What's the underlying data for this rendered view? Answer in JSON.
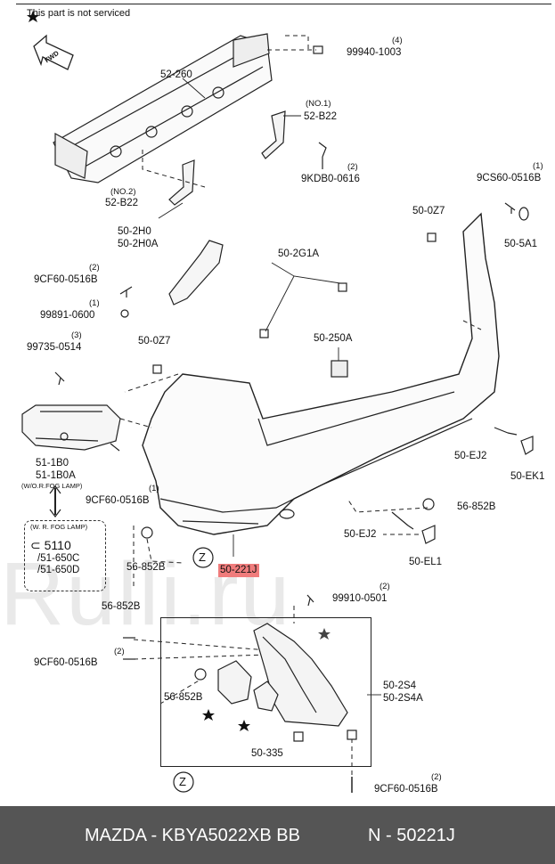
{
  "note": "This part is not serviced",
  "direction": "FWD",
  "watermark": "Rulli.ru",
  "labels": {
    "l52_260": "52-260",
    "l4": "(4)",
    "l99940": "99940-1003",
    "lno1": "(NO.1)",
    "l52b22a": "52-B22",
    "l2a": "(2)",
    "l9kdb": "9KDB0-0616",
    "lno2": "(NO.2)",
    "l52b22b": "52-B22",
    "l1a": "(1)",
    "l9cs60": "9CS60-0516B",
    "l500z7a": "50-0Z7",
    "l505a1": "50-5A1",
    "l502h0": "50-2H0",
    "l502h0a": "50-2H0A",
    "l2b": "(2)",
    "l9cf60a": "9CF60-0516B",
    "l1b": "(1)",
    "l99891": "99891-0600",
    "l502g1a": "50-2G1A",
    "l3": "(3)",
    "l99735": "99735-0514",
    "l500z7b": "50-0Z7",
    "l50250a": "50-250A",
    "l511b0": "51-1B0",
    "l511b0a": "51-1B0A",
    "lwofog": "(W/O.R.FOG LAMP)",
    "l1c": "(1)",
    "l9cf60b": "9CF60-0516B",
    "l50ej2a": "50-EJ2",
    "l50ek1": "50-EK1",
    "l56852ba": "56-852B",
    "lwfog": "(W. R. FOG LAMP)",
    "l5110": "5110",
    "l51650c": "/51-650C",
    "l51650d": "/51-650D",
    "l56852bb": "56-852B",
    "lz1": "Z",
    "l50221j": "50-221J",
    "l50ej2b": "50-EJ2",
    "l50el1": "50-EL1",
    "l2c": "(2)",
    "l99910": "99910-0501",
    "l56852bc": "56-852B",
    "l2d": "(2)",
    "l9cf60c": "9CF60-0516B",
    "l502s4": "50-2S4",
    "l502s4a": "50-2S4A",
    "l56852bd": "56-852B",
    "l50335": "50-335",
    "lz2": "Z",
    "l2e": "(2)",
    "l9cf60d": "9CF60-0516B"
  },
  "footer": {
    "part": "MAZDA - KBYA5022XB BB",
    "number": "N - 50221J"
  }
}
